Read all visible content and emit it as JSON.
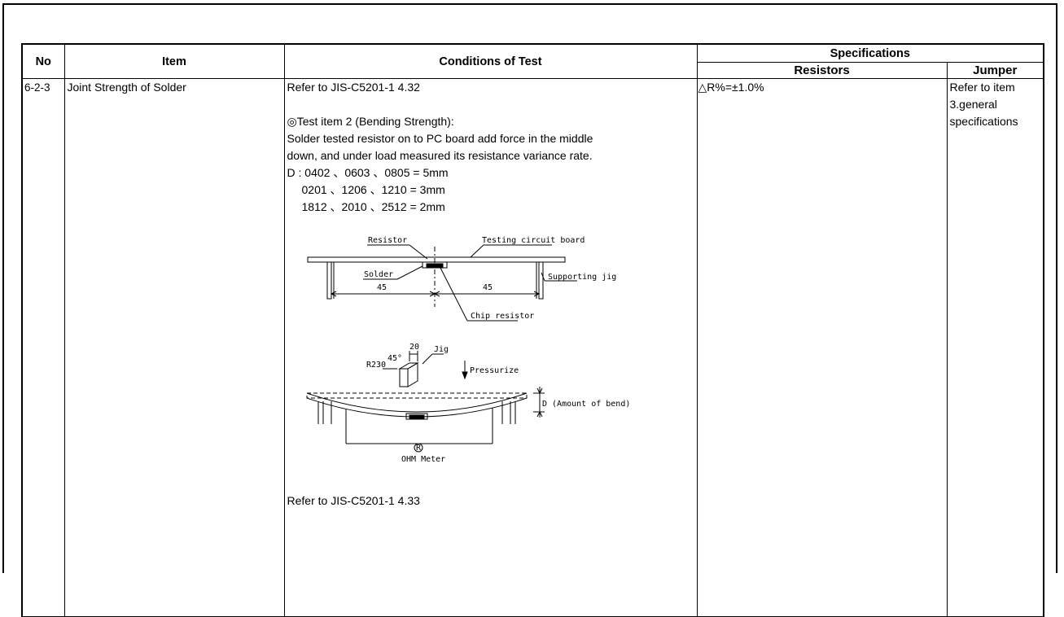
{
  "header": {
    "no": "No",
    "item": "Item",
    "conditions": "Conditions of Test",
    "specifications": "Specifications",
    "resistors": "Resistors",
    "jumper": "Jumper"
  },
  "row": {
    "no": "6-2-3",
    "item": "Joint Strength of Solder",
    "conditions": {
      "ref1": "Refer to JIS-C5201-1  4.32",
      "test_item": "◎Test item 2 (Bending Strength):",
      "desc1": "Solder tested resistor on to PC board add force in the middle",
      "desc2": "down, and under load measured its resistance variance rate.",
      "d1": "D : 0402 、0603 、0805 = 5mm",
      "d2": "0201 、1206 、1210 = 3mm",
      "d3": "1812 、2010 、2512 = 2mm",
      "ref2": "Refer to JIS-C5201-1  4.33"
    },
    "resistors": "△R%=±1.0%",
    "jumper": [
      "Refer to item",
      "3.general",
      "specifications"
    ]
  },
  "drawing1": {
    "resistor": "Resistor",
    "board": "Testing circuit board",
    "solder": "Solder",
    "jig": "Supporting jig",
    "dim_left": "45",
    "dim_right": "45",
    "chip": "Chip resistor"
  },
  "drawing2": {
    "dim_top": "20",
    "angle": "45°",
    "radius": "R230",
    "jig": "Jig",
    "pressurize": "Pressurize",
    "bend": "D (Amount of bend)",
    "meter_symbol": "R",
    "meter": "OHM Meter"
  }
}
